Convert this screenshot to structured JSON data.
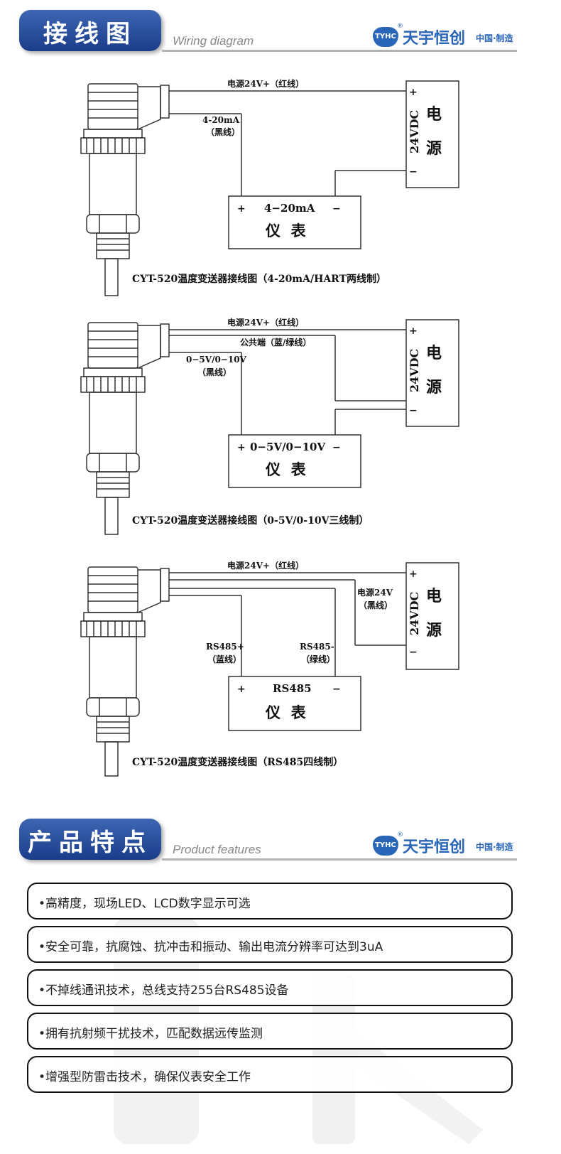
{
  "section1": {
    "title_cn": "接线图",
    "title_en": "Wiring diagram"
  },
  "section2": {
    "title_cn": "产品特点",
    "title_en": "Product features"
  },
  "logo": {
    "badge": "TYHC",
    "reg": "®",
    "name_cn": "天宇恒创",
    "made": "中国·制造"
  },
  "diagrams": [
    {
      "wire_power": "电源24V+（红线）",
      "wire_signal": [
        "4-20mA",
        "（黑线）"
      ],
      "supply_plus": "+",
      "supply_minus": "−",
      "supply_voltage": "24VDC",
      "supply_label": [
        "电",
        "源"
      ],
      "meter_top": "4−20mA",
      "meter_plus": "+",
      "meter_minus": "−",
      "meter_label": "仪  表",
      "caption": "CYT-520温度变送器接线图（4-20mA/HART两线制）"
    },
    {
      "wire_power": "电源24V+（红线）",
      "wire_common": "公共端（蓝/绿线）",
      "wire_signal": [
        "0−5V/0−10V",
        "（黑线）"
      ],
      "supply_plus": "+",
      "supply_minus": "−",
      "supply_voltage": "24VDC",
      "supply_label": [
        "电",
        "源"
      ],
      "meter_top": "0−5V/0−10V",
      "meter_plus": "+",
      "meter_minus": "−",
      "meter_label": "仪  表",
      "caption": "CYT-520温度变送器接线图（0-5V/0-10V三线制）"
    },
    {
      "wire_power": "电源24V+（红线）",
      "wire_ground": [
        "电源24V",
        "（黑线）"
      ],
      "wire_a": [
        "RS485+",
        "（蓝线）"
      ],
      "wire_b": [
        "RS485-",
        "（绿线）"
      ],
      "supply_plus": "+",
      "supply_minus": "−",
      "supply_voltage": "24VDC",
      "supply_label": [
        "电",
        "源"
      ],
      "meter_top": "RS485",
      "meter_plus": "+",
      "meter_minus": "−",
      "meter_label": "仪  表",
      "caption": "CYT-520温度变送器接线图（RS485四线制）"
    }
  ],
  "features": [
    "•高精度，现场LED、LCD数字显示可选",
    "•安全可靠，抗腐蚀、抗冲击和振动、输出电流分辨率可达到3uA",
    "•不掉线通讯技术，总线支持255台RS485设备",
    "•拥有抗射频干扰技术，匹配数据远传监测",
    "•增强型防雷击技术，确保仪表安全工作"
  ]
}
